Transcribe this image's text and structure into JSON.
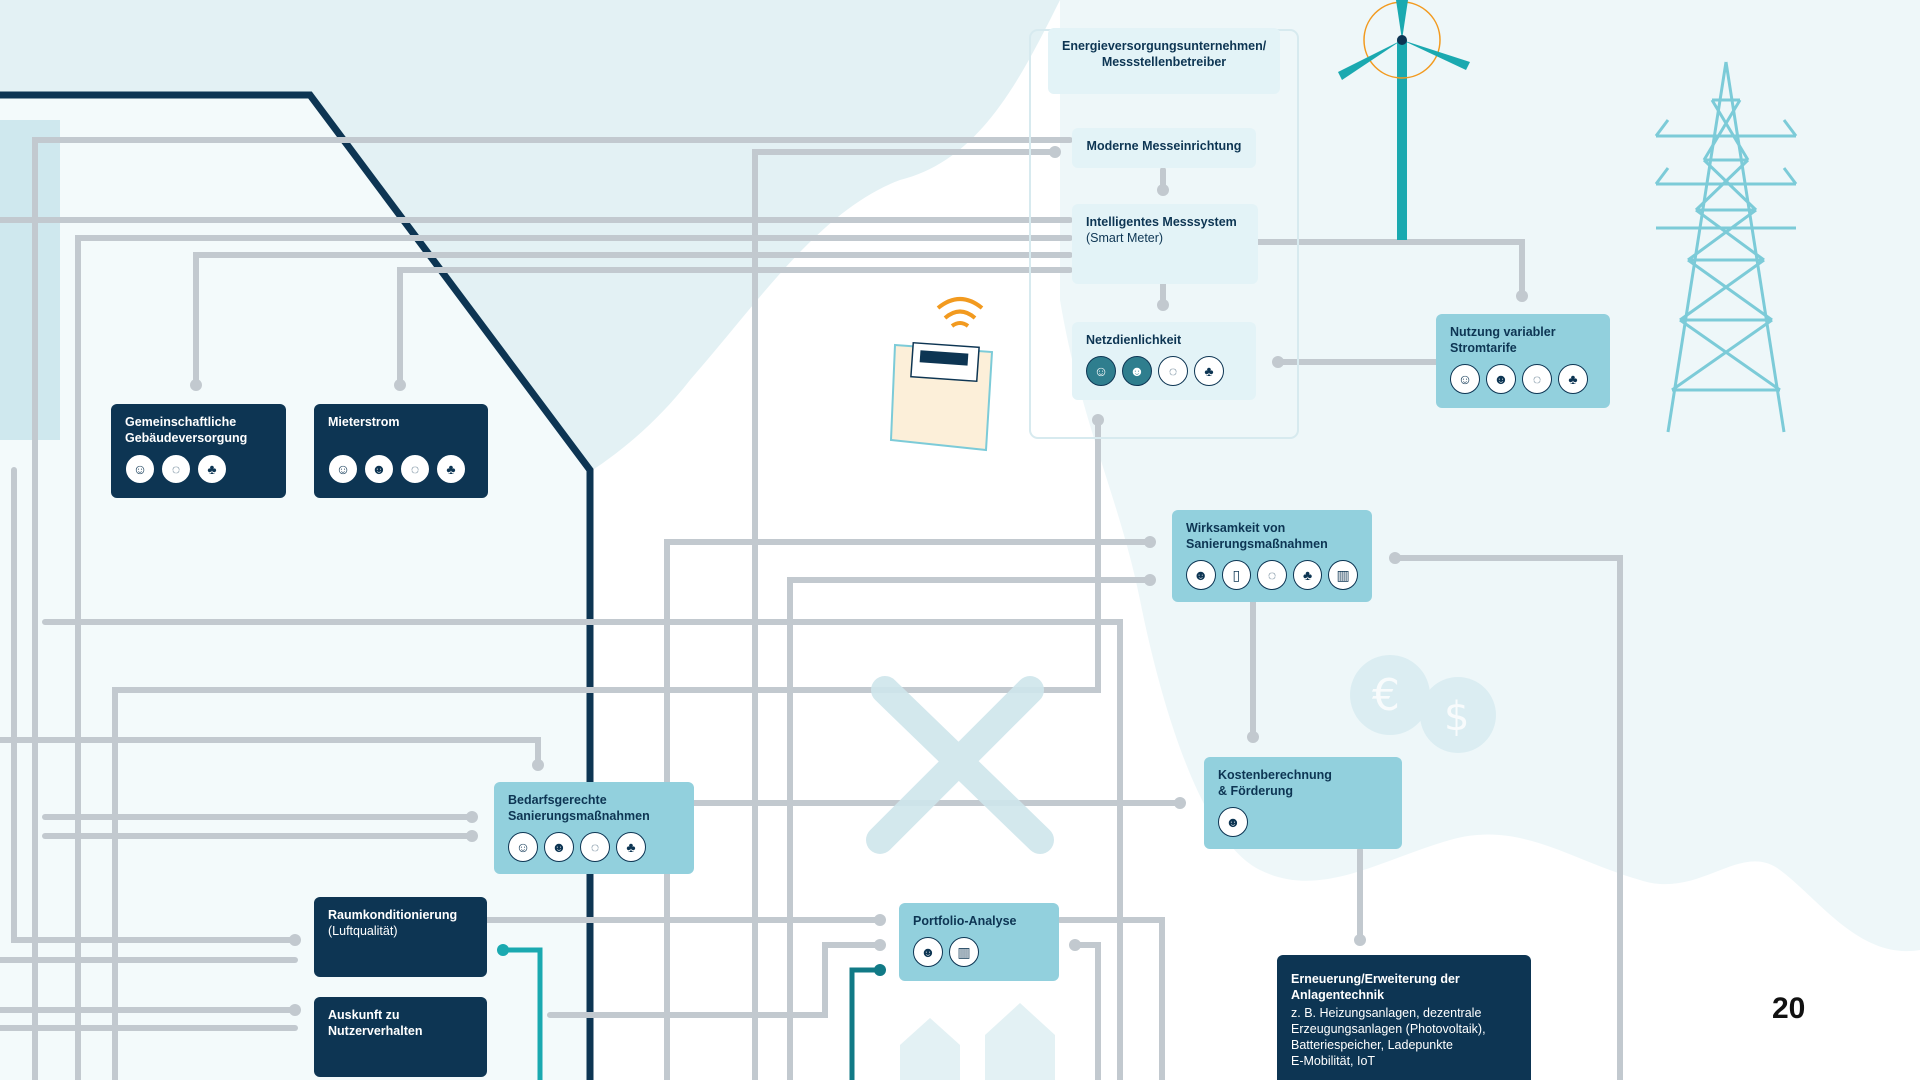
{
  "page_number": "20",
  "nodes": {
    "energieversorger": {
      "line1": "Energieversorgungsunternehmen/",
      "line2": "Messstellenbetreiber"
    },
    "moderne": {
      "label": "Moderne Messeinrichtung"
    },
    "intelligentes": {
      "line1": "Intelligentes Messsystem",
      "line2": "(Smart Meter)"
    },
    "netzdienlichkeit": {
      "label": "Netzdienlichkeit",
      "icons": [
        "person-icon",
        "farmer-icon",
        "speech-icon",
        "tree-icon"
      ]
    },
    "nutzung": {
      "line1": "Nutzung variabler",
      "line2": "Stromtarife",
      "icons": [
        "person-icon",
        "farmer-icon",
        "speech-icon",
        "tree-icon"
      ]
    },
    "gemeinschaftliche": {
      "line1": "Gemeinschaftliche",
      "line2": "Gebäudeversorgung",
      "icons": [
        "person-icon",
        "speech-icon",
        "tree-icon"
      ]
    },
    "mieterstrom": {
      "label": "Mieterstrom",
      "icons": [
        "person-icon",
        "farmer-icon",
        "speech-icon",
        "tree-icon"
      ]
    },
    "wirksamkeit": {
      "line1": "Wirksamkeit von",
      "line2": "Sanierungsmaßnahmen",
      "icons": [
        "farmer-icon",
        "cup-icon",
        "speech-icon",
        "tree-icon",
        "chart-icon"
      ]
    },
    "bedarfsgerechte": {
      "line1": "Bedarfsgerechte",
      "line2": "Sanierungsmaßnahmen",
      "icons": [
        "person-icon",
        "farmer-icon",
        "speech-icon",
        "tree-icon"
      ]
    },
    "kosten": {
      "line1": "Kostenberechnung",
      "line2": "& Förderung",
      "icons": [
        "farmer-icon"
      ]
    },
    "raumkonditionierung": {
      "line1": "Raumkonditionierung",
      "line2": "(Luftqualität)"
    },
    "portfolio": {
      "label": "Portfolio-Analyse",
      "icons": [
        "farmer-icon",
        "chart-icon"
      ]
    },
    "auskunft": {
      "line1": "Auskunft zu",
      "line2": "Nutzerverhalten"
    },
    "erneuerung": {
      "line1": "Erneuerung/Erweiterung der",
      "line2": "Anlagentechnik",
      "body": [
        "z. B. Heizungsanlagen, dezentrale",
        "Erzeugungsanlagen (Photovoltaik),",
        "Batteriespeicher, Ladepunkte",
        "E-Mobilität, IoT"
      ]
    }
  },
  "colors": {
    "dark": "#0d3553",
    "light": "#92d0dd",
    "pale": "#e3f3f7",
    "line": "#c2c9cf",
    "teal": "#1aa9b0",
    "orange": "#f29a1f"
  }
}
